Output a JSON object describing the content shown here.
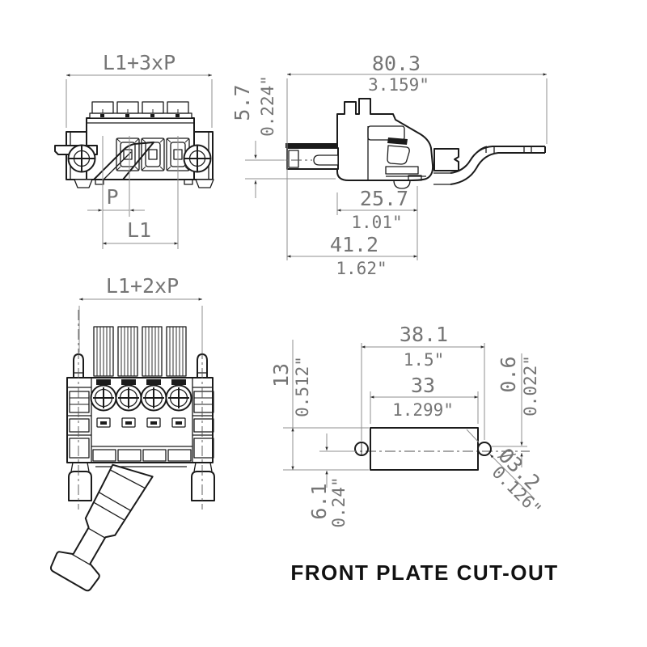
{
  "colors": {
    "background": "#ffffff",
    "part_line": "#1b1b1b",
    "dim_line": "#8f8f8f",
    "dim_text": "#757575",
    "arrow": "#2e2e2e",
    "caption_text": "#111111",
    "center_line": "#4f4f4f"
  },
  "caption": "FRONT PLATE CUT-OUT",
  "views": {
    "plug_front": {
      "dim_overall": "L1+3xP",
      "dim_pitch": "P",
      "dim_l1": "L1"
    },
    "plug_side": {
      "dim_length_mm": "80.3",
      "dim_length_in": "3.159\"",
      "dim_offset_mm": "5.7",
      "dim_offset_in": "0.224\"",
      "dim_body_mm": "25.7",
      "dim_body_in": "1.01\"",
      "dim_total_mm": "41.2",
      "dim_total_in": "1.62\""
    },
    "plug_rear": {
      "dim_overall": "L1+2xP"
    },
    "cutout": {
      "dim_hole_pitch_mm": "38.1",
      "dim_hole_pitch_in": "1.5\"",
      "dim_width_mm": "33",
      "dim_width_in": "1.299\"",
      "dim_height_mm": "13",
      "dim_height_in": "0.512\"",
      "dim_offset_mm": "0.6",
      "dim_offset_in": "0.022\"",
      "dim_base_mm": "6.1",
      "dim_base_in": "0.24\"",
      "dim_hole_dia_mm": "Ø3.2",
      "dim_hole_dia_in": "0.126\""
    }
  }
}
